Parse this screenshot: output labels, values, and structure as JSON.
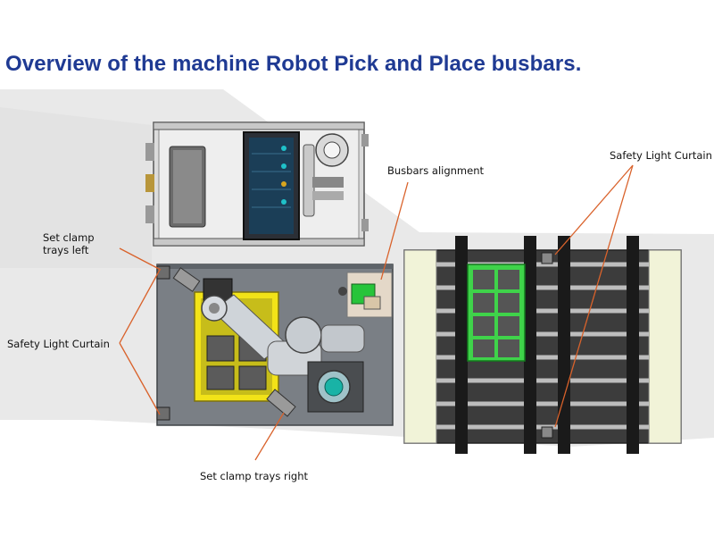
{
  "title": "Overview of the machine Robot Pick and Place busbars.",
  "labels": {
    "busbars_alignment": "Busbars alignment",
    "safety_curtain_right": "Safety Light Curtain",
    "set_clamp_left_line1": "Set clamp",
    "set_clamp_left_line2": "trays left",
    "safety_curtain_left": "Safety Light Curtain",
    "set_clamp_right": "Set clamp trays right"
  },
  "colors": {
    "title": "#1f3a93",
    "callout_line": "#d9622b",
    "tray_yellow": "#f2e318",
    "tray_green": "#3fd34a",
    "alignment_green": "#27c43a",
    "robot_joint_teal": "#19b3a6"
  }
}
